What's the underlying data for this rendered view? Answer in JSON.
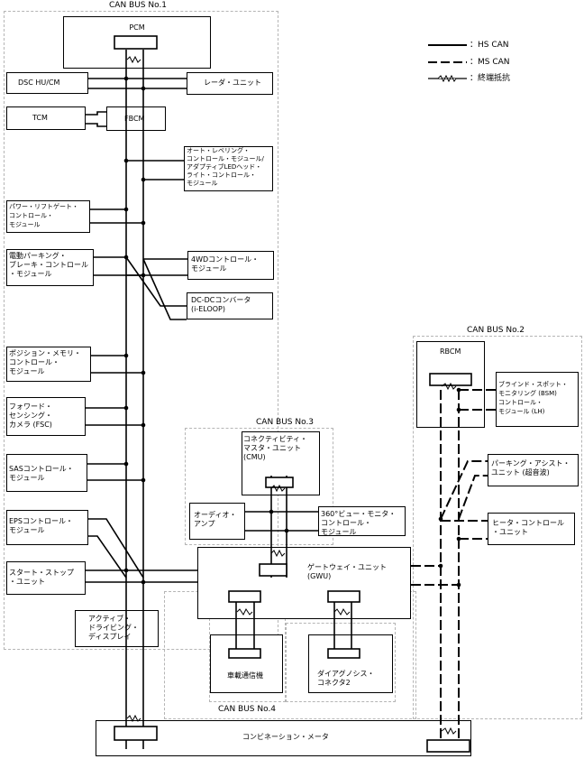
{
  "buses": {
    "bus1": "CAN BUS No.1",
    "bus2": "CAN BUS No.2",
    "bus3": "CAN BUS No.3",
    "bus4": "CAN BUS No.4"
  },
  "legend": {
    "hs": "：HS CAN",
    "ms": "：MS CAN",
    "term": "：終端抵抗"
  },
  "modules": {
    "pcm": "PCM",
    "dsc": "DSC HU/CM",
    "radar": "レーダ・ユニット",
    "tcm": "TCM",
    "fbcm": "FBCM",
    "auto_level": "オート・レベリング・\nコントロール・モジュール/\nアダプティブLEDヘッド・\nライト・コントロール・\nモジュール",
    "power_lift": "パワー・リフトゲート・\nコントロール・\nモジュール",
    "epb": "電動パーキング・\nブレーキ・コントロール\n・モジュール",
    "awd": "4WDコントロール・\nモジュール",
    "dcdc": "DC-DCコンバータ\n(i-ELOOP)",
    "position_memory": "ポジション・メモリ・\nコントロール・\nモジュール",
    "fsc": "フォワード・\nセンシング・\nカメラ (FSC)",
    "sas": "SASコントロール・\nモジュール",
    "eps": "EPSコントロール・\nモジュール",
    "start_stop": "スタート・ストップ\n・ユニット",
    "active_display": "アクティブ・\nドライビング・\nディスプレイ",
    "rbcm": "RBCM",
    "bsm": "ブラインド・スポット・\nモニタリング (BSM)\nコントロール・\nモジュール (LH)",
    "parking_assist": "パーキング・アシスト・\nユニット (超音波)",
    "heater": "ヒータ・コントロール\n・ユニット",
    "cmu": "コネクティビティ・\nマスタ・ユニット\n(CMU)",
    "audio": "オーディオ・\nアンプ",
    "view360": "360°ビュー・モニタ・\nコントロール・\nモジュール",
    "gwu": "ゲートウェイ・ユニット\n(GWU)",
    "telematics": "車載通信機",
    "dlc2": "ダイアグノシス・\nコネクタ2",
    "meter": "コンビネーション・メータ"
  }
}
